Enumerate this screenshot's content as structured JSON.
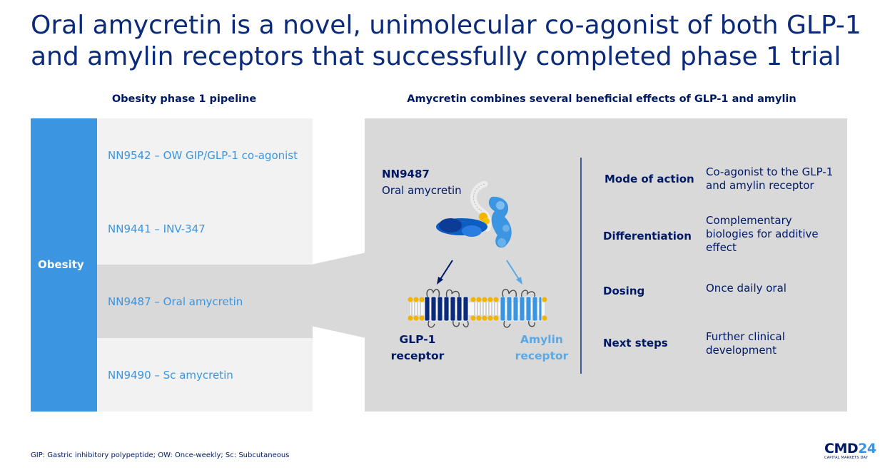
{
  "title": "Oral amycretin is a novel, unimolecular co-agonist of both GLP-1 and amylin receptors that successfully completed phase 1 trial",
  "pipeline": {
    "heading": "Obesity phase 1 pipeline",
    "category": "Obesity",
    "items": [
      "NN9542 – OW GIP/GLP-1 co-agonist",
      "NN9441 – INV-347",
      "NN9487 – Oral amycretin",
      "NN9490 – Sc amycretin"
    ]
  },
  "effects": {
    "heading": "Amycretin combines several beneficial effects of GLP-1 and amylin",
    "drug_code": "NN9487",
    "drug_name": "Oral amycretin",
    "receptors": [
      {
        "line1": "GLP-1",
        "line2": "receptor",
        "color": "#001965"
      },
      {
        "line1": "Amylin",
        "line2": "receptor",
        "color": "#5aa9e6"
      }
    ],
    "attributes": [
      {
        "label": "Mode of action",
        "value": "Co-agonist to the GLP-1 and amylin receptor"
      },
      {
        "label": "Differentiation",
        "value": "Complementary biologies for additive effect"
      },
      {
        "label": "Dosing",
        "value": "Once daily oral"
      },
      {
        "label": "Next steps",
        "value": "Further clinical development"
      }
    ]
  },
  "footnote": "GIP: Gastric inhibitory polypeptide; OW: Once-weekly; Sc: Subcutaneous",
  "logo": {
    "text": "CMD",
    "number": "24",
    "tagline": "CAPITAL MARKETS DAY"
  },
  "colors": {
    "navy": "#001965",
    "accent_blue": "#3b95e0",
    "panel_gray": "#d9d9d9",
    "row_gray": "#f2f2f2"
  }
}
